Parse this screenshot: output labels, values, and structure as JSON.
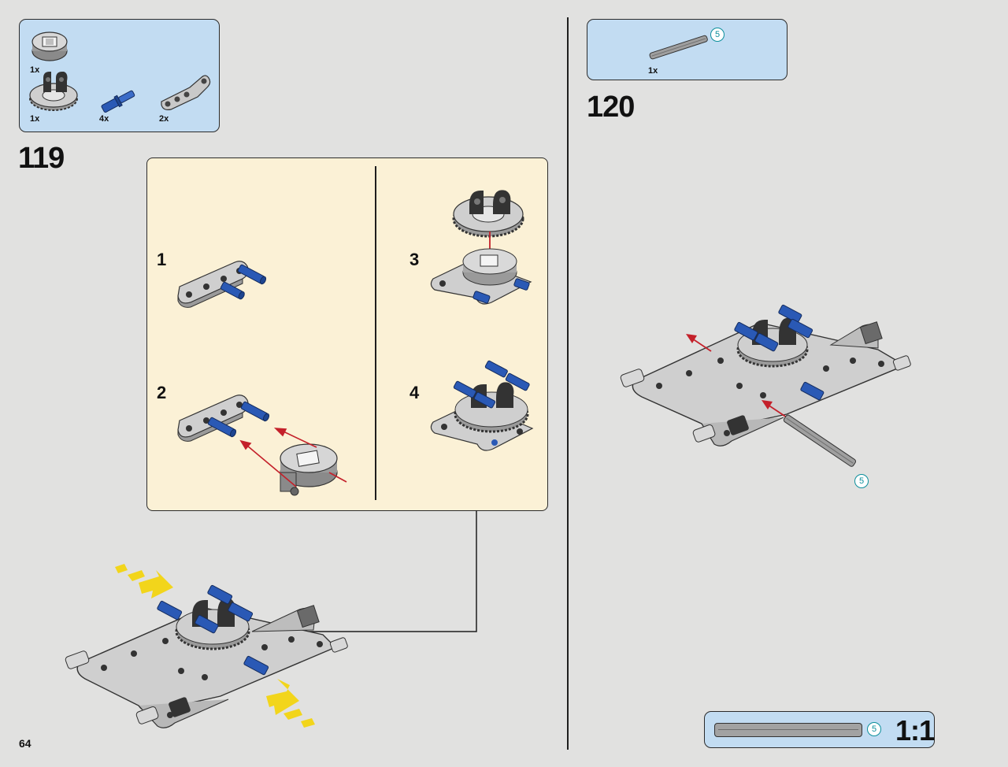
{
  "page": {
    "number": "64"
  },
  "step119": {
    "number": "119",
    "parts": [
      {
        "name": "turntable-top",
        "qty": "1x"
      },
      {
        "name": "turntable-gear",
        "qty": "1x"
      },
      {
        "name": "blue-pin",
        "qty": "4x"
      },
      {
        "name": "bent-beam",
        "qty": "2x"
      }
    ],
    "substeps": [
      {
        "number": "1"
      },
      {
        "number": "2"
      },
      {
        "number": "3"
      },
      {
        "number": "4"
      }
    ]
  },
  "step120": {
    "number": "120",
    "parts": [
      {
        "name": "axle-5",
        "qty": "1x",
        "length": "5"
      }
    ],
    "axle_callout": {
      "length": "5"
    }
  },
  "scale_ref": {
    "length": "5",
    "ratio": "1:1"
  },
  "colors": {
    "background": "#e1e1e0",
    "parts_box": "#c2dcf2",
    "callout": "#fbf1d6",
    "arrow_red": "#c4202a",
    "arrow_yellow": "#f2d51b",
    "pin_blue": "#2a59b5",
    "length_badge": "#0c8f9c"
  }
}
